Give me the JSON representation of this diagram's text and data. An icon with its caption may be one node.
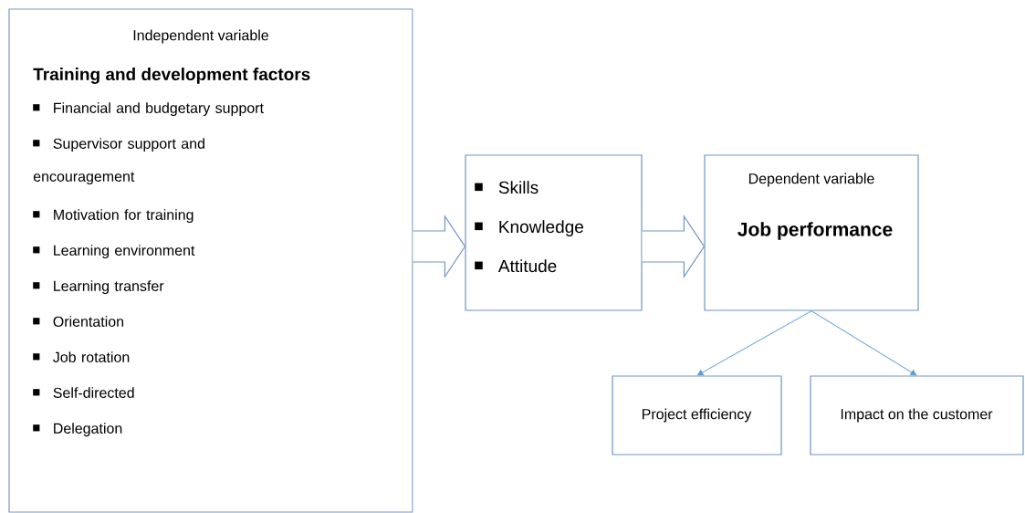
{
  "diagram": {
    "nodes": [
      {
        "text": [
          "Independent variable",
          "Training and development factors",
          "Financial and budgetary support",
          "Supervisor support and encouragement",
          "Motivation for training",
          "Learning environment",
          "Learning transfer",
          "Orientation",
          "Job rotation",
          "Self-directed",
          "Delegation"
        ]
      },
      {
        "text": [
          "Skills",
          "Knowledge",
          "Attitude"
        ]
      },
      {
        "text": [
          "Dependent variable",
          "Job performance"
        ]
      },
      {
        "text": [
          "Project efficiency"
        ]
      },
      {
        "text": [
          "Impact on the customer"
        ]
      }
    ],
    "edges": [
      {
        "from": 0,
        "to": 1,
        "arrow": "to",
        "style": "thick"
      },
      {
        "from": 1,
        "to": 2,
        "arrow": "to",
        "style": "thick"
      },
      {
        "from": 2,
        "to": 3,
        "arrow": "to"
      },
      {
        "from": 2,
        "to": 4,
        "arrow": "to"
      }
    ]
  }
}
